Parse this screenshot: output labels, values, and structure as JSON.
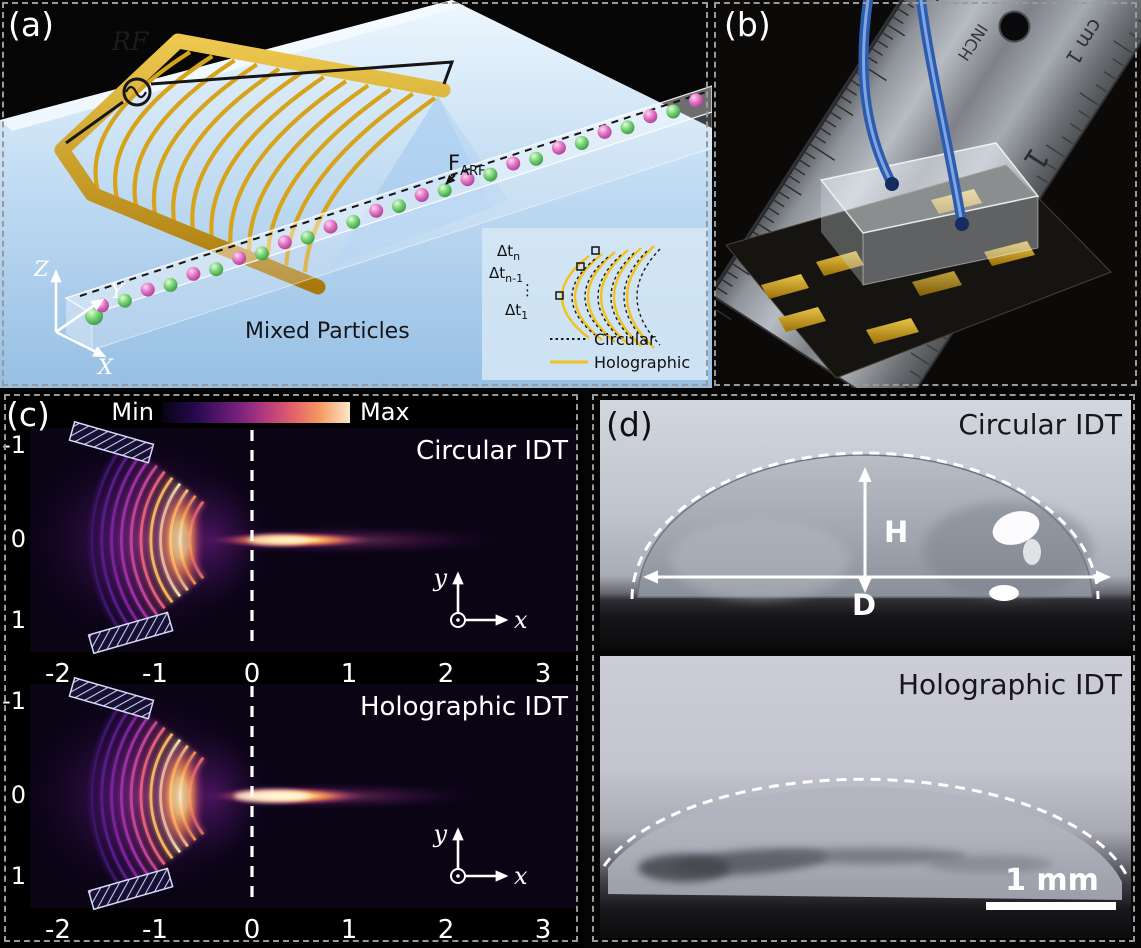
{
  "panel_a": {
    "label": "(a)",
    "rf_label": "RF",
    "force_label": {
      "main": "F",
      "sub": "ARF"
    },
    "mixed_particles_label": "Mixed Particles",
    "axes": {
      "z": "Z",
      "y": "Y",
      "x": "X"
    },
    "inset": {
      "delta_t": "Δt",
      "subscripts": [
        "n",
        "n-1",
        "1"
      ],
      "dots": "⋮",
      "legend_circular": "Circular",
      "legend_holographic": "Holographic"
    }
  },
  "panel_b": {
    "label": "(b)",
    "ruler": {
      "cm_marking": "cm 1",
      "inch_marking": "INCH",
      "number": "1"
    }
  },
  "panel_c": {
    "label": "(c)",
    "colorbar": {
      "min_label": "Min",
      "max_label": "Max"
    },
    "plots": [
      {
        "title": "Circular IDT",
        "x_axis_label": "x",
        "y_axis_label": "y",
        "y_ticks": [
          "-1",
          "0",
          "1"
        ],
        "x_ticks": [
          "-2",
          "-1",
          "0",
          "1",
          "2",
          "3"
        ]
      },
      {
        "title": "Holographic IDT",
        "x_axis_label": "x",
        "y_axis_label": "y",
        "y_ticks": [
          "-1",
          "0",
          "1"
        ],
        "x_ticks": [
          "-2",
          "-1",
          "0",
          "1",
          "2",
          "3"
        ]
      }
    ]
  },
  "panel_d": {
    "label": "(d)",
    "photos": [
      {
        "title": "Circular IDT",
        "height_label": "H",
        "diameter_label": "D"
      },
      {
        "title": "Holographic IDT",
        "scale_bar_label": "1 mm"
      }
    ]
  },
  "colors": {
    "gold": "#d7a31b",
    "substrate_blue": "#aecfec",
    "particle_pink": "#d454b0",
    "particle_green": "#5fc95f",
    "holographic_yellow": "#f2c21c",
    "hot_beam": "#ffd98a"
  }
}
